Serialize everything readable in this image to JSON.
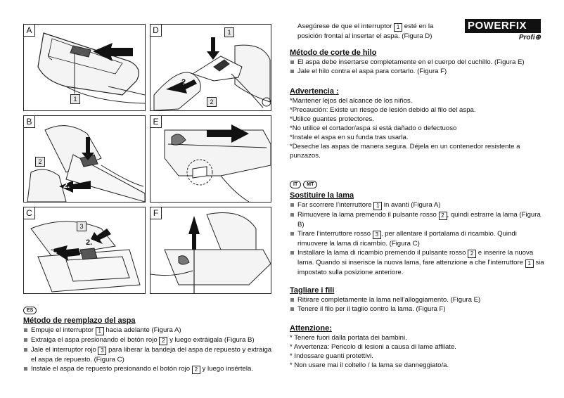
{
  "figures": [
    {
      "letter": "A",
      "callouts": [
        "1"
      ]
    },
    {
      "letter": "D",
      "callouts": [
        "1",
        "2"
      ]
    },
    {
      "letter": "B",
      "callouts": [
        "2"
      ]
    },
    {
      "letter": "E",
      "callouts": []
    },
    {
      "letter": "C",
      "callouts": [
        "3"
      ]
    },
    {
      "letter": "F",
      "callouts": []
    }
  ],
  "arrow_labels": {
    "d": "2.",
    "b": "2.",
    "c1": "1.",
    "c2": "2."
  },
  "logo": {
    "brand": "POWERFIX",
    "sub": "Profi⊕"
  },
  "es": {
    "badge": "ES",
    "title": "Método de reemplazo del aspa",
    "items": [
      {
        "pre": "Empuje el interruptor ",
        "box": "1",
        "post": " hacia adelante (Figura A)"
      },
      {
        "pre": "Extraiga el aspa presionando el botón rojo ",
        "box": "2",
        "post": " y luego extráigala (Figura B)"
      },
      {
        "pre": "Jale el interruptor rojo ",
        "box": "3",
        "post": " para liberar la bandeja del aspa de repuesto y extraiga el aspa de repuesto. (Figura C)"
      },
      {
        "pre": "Instale el aspa de repuesto presionando el botón rojo ",
        "box": "2",
        "post": " y luego insértela."
      }
    ]
  },
  "right": {
    "intro": {
      "pre": "Asegúrese de que el interruptor ",
      "box": "1",
      "post": " esté en la posición frontal al insertar el aspa. (Figura D)"
    },
    "thread": {
      "title": "Método de corte de hilo",
      "items": [
        "El aspa debe insertarse completamente en el cuerpo del cuchillo. (Figura E)",
        "Jale el hilo contra el aspa para cortarlo. (Figura F)"
      ]
    },
    "warning": {
      "title": "Advertencia :",
      "items": [
        "*Mantener lejos del alcance de los niños.",
        "*Precaución: Existe un riesgo de lesión debido al filo del aspa.",
        "*Utilice guantes protectores.",
        "*No utilice el cortador/aspa si está dañado o defectuoso",
        "*Instale el aspa en su funda tras usarla.",
        "*Deseche las aspas de manera segura. Déjela en un contenedor resistente a punzazos."
      ]
    },
    "badges": [
      "IT",
      "MT"
    ],
    "it_blade": {
      "title": "Sostituire la lama",
      "items": [
        {
          "pre": "Far scorrere l’interruttore ",
          "box": "1",
          "post": " in avanti (Figura A)"
        },
        {
          "pre": "Rimuovere la lama premendo il pulsante rosso ",
          "box": "2",
          "post": ", quindi estrarre la lama (Figura B)"
        },
        {
          "pre": "Tirare l’interruttore rosso ",
          "box": "3",
          "post": ", per allentare il portalama di ricambio. Quindi rimuovere la lama di ricambio. (Figura C)"
        },
        {
          "pre": "Installare la lama di ricambio premendo il pulsante rosso ",
          "box": "2",
          "post": " e inserire la nuova lama. Quando si inserisce la nuova lama, fare attenzione a che l’interruttore ",
          "box2": "1",
          "post2": " sia impostato sulla posizione anteriore."
        }
      ]
    },
    "it_threads": {
      "title": "Tagliare i fili",
      "items": [
        "Ritirare completamente la lama nell’alloggiamento. (Figura E)",
        "Tenere il filo per il taglio contro la lama. (Figura F)"
      ]
    },
    "it_warning": {
      "title": "Attenzione:",
      "items": [
        "* Tenere fuori dalla portata dei bambini.",
        "* Avvertenza: Pericolo di lesioni a causa di lame affilate.",
        "* Indossare guanti protettivi.",
        "* Non usare mai il coltello / la lama se danneggiato/a."
      ]
    }
  }
}
